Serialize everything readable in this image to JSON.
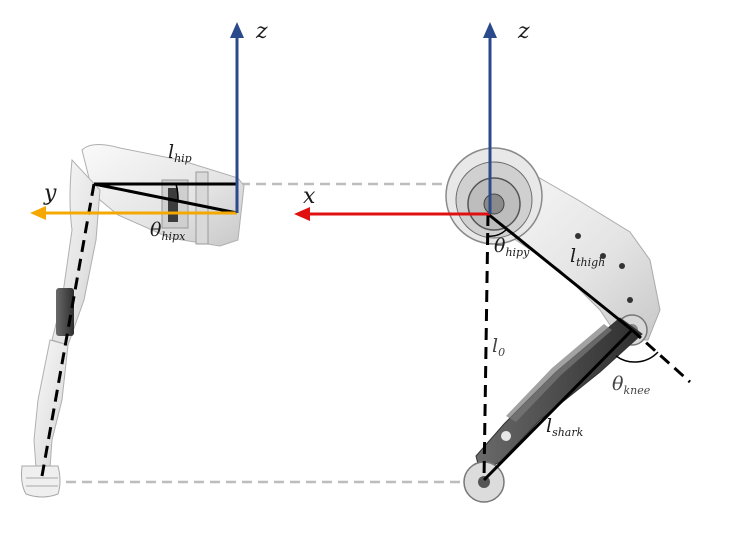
{
  "labels": {
    "z_left": "z",
    "z_right": "z",
    "y": "y",
    "x": "x",
    "l_hip": {
      "base": "l",
      "sub": "hip"
    },
    "theta_hipx": {
      "base": "θ",
      "sub": "hipx"
    },
    "theta_hipy": {
      "base": "θ",
      "sub": "hipy"
    },
    "l_thigh": {
      "base": "l",
      "sub": "thigh"
    },
    "l_0": {
      "base": "l",
      "sub": "0"
    },
    "theta_knee": {
      "base": "θ",
      "sub": "knee"
    },
    "l_shark": {
      "base": "l",
      "sub": "shark"
    }
  },
  "colors": {
    "z_axis": "#2a4a8c",
    "x_axis": "#e01010",
    "y_axis": "#f5a800",
    "links": "#000000",
    "guide": "#bdbdbd",
    "leg_body": "#e6e6e6"
  }
}
